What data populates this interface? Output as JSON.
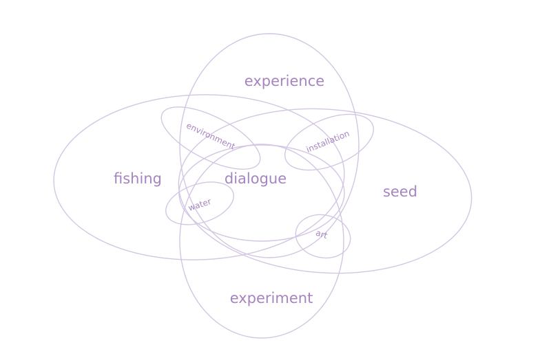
{
  "colors": {
    "stroke": "#d3c6e2",
    "text": "#a584c0"
  },
  "labels": {
    "experience": "experience",
    "fishing": "fishing",
    "dialogue": "dialogue",
    "seed": "seed",
    "experiment": "experiment",
    "environment": "environment",
    "installation": "installation",
    "water": "water",
    "art": "art"
  }
}
